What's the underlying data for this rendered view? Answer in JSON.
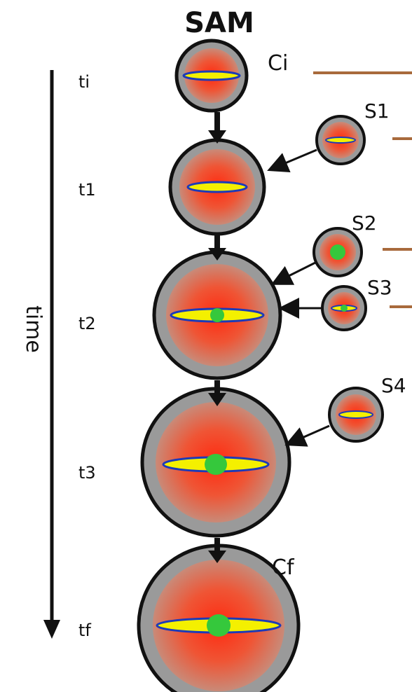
{
  "title": "SAM",
  "axis_label": "time",
  "time_labels": {
    "ti": "ti",
    "t1": "t1",
    "t2": "t2",
    "t3": "t3",
    "tf": "tf"
  },
  "galaxy_labels": {
    "ci": "Ci",
    "s1": "S1",
    "s2": "S2",
    "s3": "S3",
    "s4": "S4",
    "cf": "Cf"
  },
  "colors": {
    "halo": "#9a9a9a",
    "outline": "#111111",
    "gas_center": "#ff3a1f",
    "gas_edge": "#c9806a",
    "disk": "#f4f000",
    "disk_outline": "#1c3bb8",
    "bulge": "#35c83c",
    "merger_line": "#a86a3c"
  }
}
